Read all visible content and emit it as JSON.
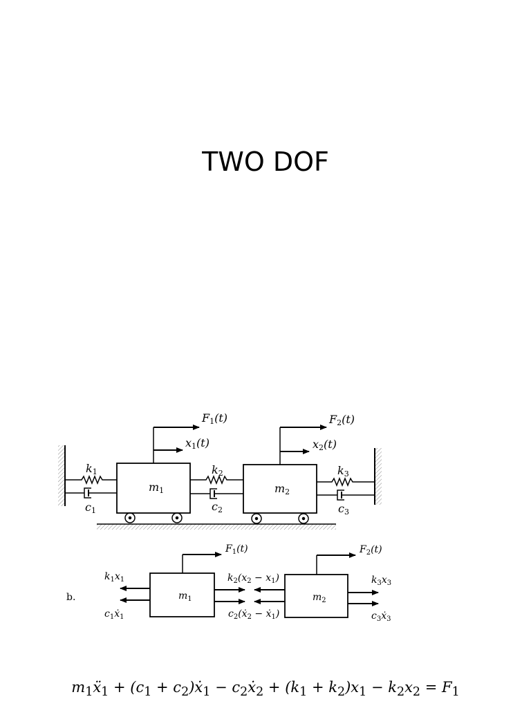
{
  "title": "TWO DOF",
  "top": {
    "k1": "k",
    "k1s": "1",
    "c1": "c",
    "c1s": "1",
    "m1": "m",
    "m1s": "1",
    "k2": "k",
    "k2s": "2",
    "c2": "c",
    "c2s": "2",
    "m2": "m",
    "m2s": "2",
    "k3": "k",
    "k3s": "3",
    "c3": "c",
    "c3s": "3",
    "F1": "F",
    "F1s": "1",
    "F1t": "(t)",
    "x1": "x",
    "x1s": "1",
    "x1t": "(t)",
    "F2": "F",
    "F2s": "2",
    "F2t": "(t)",
    "x2": "x",
    "x2s": "2",
    "x2t": "(t)"
  },
  "fbd": {
    "label": "b.",
    "F1": "F",
    "F1s": "1",
    "F1t": "(t)",
    "F2": "F",
    "F2s": "2",
    "F2t": "(t)",
    "m1": "m",
    "m1s": "1",
    "m2": "m",
    "m2s": "2",
    "k1x1": "k",
    "k1x1_s": "1",
    "k1x1_x": "x",
    "k1x1_xs": "1",
    "c1x1": "c",
    "c1x1_s": "1",
    "c1x1_x": "ẋ",
    "c1x1_xs": "1",
    "k2": "k",
    "k2s": "2",
    "k2expr_a": "(x",
    "k2expr_as": "2",
    "k2expr_b": " − x",
    "k2expr_bs": "1",
    "k2expr_c": ")",
    "c2": "c",
    "c2s": "2",
    "c2expr_a": "(ẋ",
    "c2expr_as": "2",
    "c2expr_b": " − ẋ",
    "c2expr_bs": "1",
    "c2expr_c": ")",
    "k3": "k",
    "k3s": "3",
    "k3x": "x",
    "k3xs": "3",
    "c3": "c",
    "c3s": "3",
    "c3x": "ẋ",
    "c3xs": "3"
  },
  "equation": {
    "p1": "m",
    "p1s": "1",
    "p2": "ẍ",
    "p2s": "1",
    "p3": " + (c",
    "p3s": "1",
    "p4": " + c",
    "p4s": "2",
    "p5": ")ẋ",
    "p5s": "1",
    "p6": " − c",
    "p6s": "2",
    "p7": "ẋ",
    "p7s": "2",
    "p8": " + (k",
    "p8s": "1",
    "p9": " + k",
    "p9s": "2",
    "p10": ")x",
    "p10s": "1",
    "p11": " − k",
    "p11s": "2",
    "p12": "x",
    "p12s": "2",
    "p13": " = F",
    "p13s": "1"
  }
}
